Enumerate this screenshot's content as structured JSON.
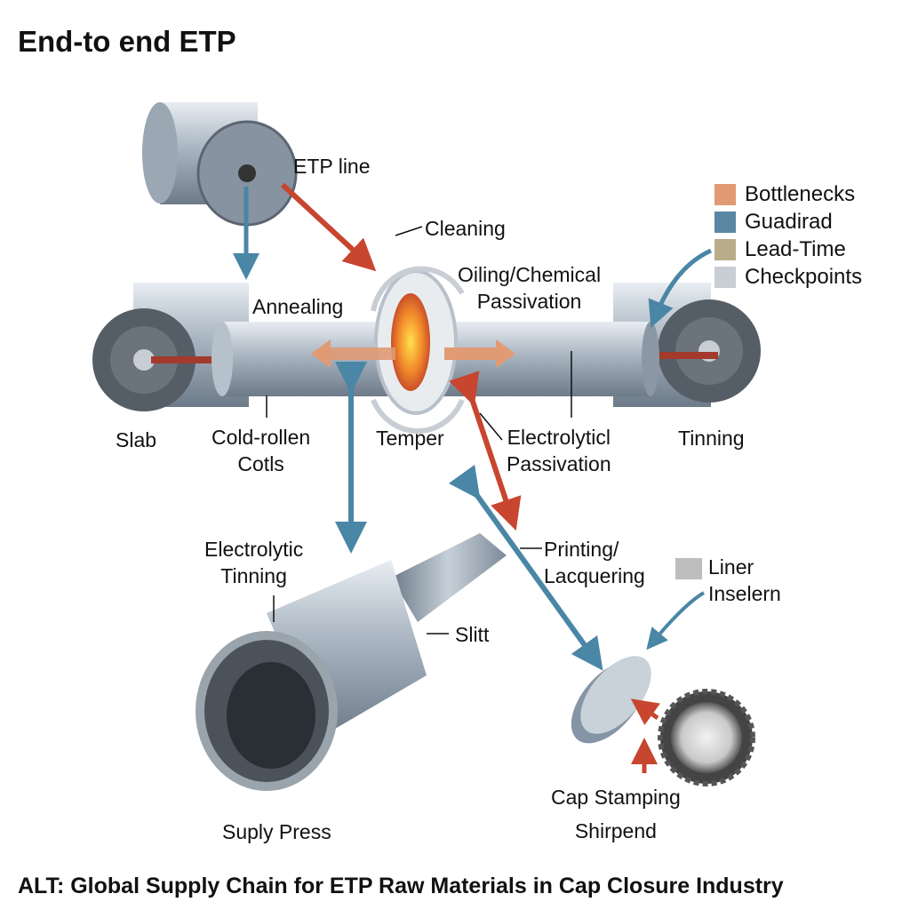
{
  "title": "End-to end ETP",
  "footer": "ALT: Global Supply Chain for ETP Raw Materials in Cap Closure Industry",
  "legend": [
    {
      "label": "Bottlenecks",
      "color": "#e09a74"
    },
    {
      "label": "Guadirad",
      "color": "#5a87a3"
    },
    {
      "label": "Lead-Time",
      "color": "#b8ad88"
    },
    {
      "label": "Checkpoints",
      "color": "#c9ced4"
    }
  ],
  "labels": {
    "etp_line": "ETP line",
    "cleaning": "Cleaning",
    "oiling_1": "Oiling/Chemical",
    "oiling_2": "Passivation",
    "annealing": "Annealing",
    "slab": "Slab",
    "cold_1": "Cold-rollen",
    "cold_2": "Cotls",
    "temper": "Temper",
    "electro_pass_1": "Electrolyticl",
    "electro_pass_2": "Passivation",
    "tinning": "Tinning",
    "electro_tin_1": "Electrolytic",
    "electro_tin_2": "Tinning",
    "slitt": "Slitt",
    "printing_1": "Printing/",
    "printing_2": "Lacquering",
    "liner_1": "Liner",
    "liner_2": "Inselern",
    "cap_1": "Cap Stamping",
    "cap_2": "Shirpend",
    "supply_press": "Suply Press"
  },
  "colors": {
    "red_arrow": "#c8452f",
    "blue_arrow": "#4a86a6",
    "steel": "#9aa7b4"
  }
}
